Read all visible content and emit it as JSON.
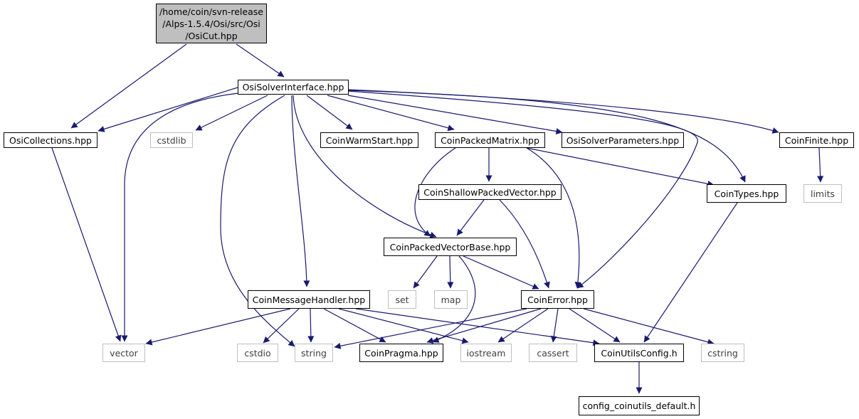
{
  "title_lines": [
    "/home/coin/svn-release",
    "/Alps-1.5.4/Osi/src/Osi",
    "/OsiCut.hpp"
  ],
  "colors": {
    "edge": "#191970",
    "root_fill": "#bfbfbf",
    "system_border": "#bfbfbf",
    "node_border": "#000000"
  },
  "nodes": {
    "osi_solver_interface": "OsiSolverInterface.hpp",
    "osi_collections": "OsiCollections.hpp",
    "cstdlib": "cstdlib",
    "coin_warm_start": "CoinWarmStart.hpp",
    "coin_packed_matrix": "CoinPackedMatrix.hpp",
    "osi_solver_parameters": "OsiSolverParameters.hpp",
    "coin_finite": "CoinFinite.hpp",
    "coin_shallow_packed_vector": "CoinShallowPackedVector.hpp",
    "coin_types": "CoinTypes.hpp",
    "limits": "limits",
    "coin_packed_vector_base": "CoinPackedVectorBase.hpp",
    "set": "set",
    "map": "map",
    "coin_message_handler": "CoinMessageHandler.hpp",
    "coin_error": "CoinError.hpp",
    "vector": "vector",
    "cstdio": "cstdio",
    "string": "string",
    "coin_pragma": "CoinPragma.hpp",
    "iostream": "iostream",
    "cassert": "cassert",
    "coin_utils_config": "CoinUtilsConfig.h",
    "cstring": "cstring",
    "config_coinutils_default": "config_coinutils_default.h"
  }
}
